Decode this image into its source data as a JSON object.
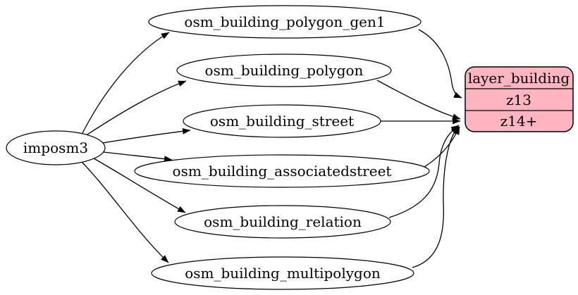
{
  "diagram": {
    "type": "graphviz-digraph",
    "background": "#ffffff",
    "node_fill": "#ffffff",
    "node_stroke": "#000000",
    "edge_color": "#000000",
    "text_color": "#000000",
    "source": {
      "label": "imposm3"
    },
    "tables": [
      {
        "label": "osm_building_polygon_gen1"
      },
      {
        "label": "osm_building_polygon"
      },
      {
        "label": "osm_building_street"
      },
      {
        "label": "osm_building_associatedstreet"
      },
      {
        "label": "osm_building_relation"
      },
      {
        "label": "osm_building_multipolygon"
      }
    ],
    "layer": {
      "title": "layer_building",
      "fill": "#FFB6C1",
      "stroke": "#000000",
      "zoom_rows": [
        {
          "label": "z13"
        },
        {
          "label": "z14+"
        }
      ]
    },
    "edges": [
      {
        "from": "imposm3",
        "to": "osm_building_polygon_gen1"
      },
      {
        "from": "imposm3",
        "to": "osm_building_polygon"
      },
      {
        "from": "imposm3",
        "to": "osm_building_street"
      },
      {
        "from": "imposm3",
        "to": "osm_building_associatedstreet"
      },
      {
        "from": "imposm3",
        "to": "osm_building_relation"
      },
      {
        "from": "imposm3",
        "to": "osm_building_multipolygon"
      },
      {
        "from": "osm_building_polygon_gen1",
        "to": "layer_building:z13"
      },
      {
        "from": "osm_building_polygon",
        "to": "layer_building:z14+"
      },
      {
        "from": "osm_building_street",
        "to": "layer_building:z14+"
      },
      {
        "from": "osm_building_associatedstreet",
        "to": "layer_building:z14+"
      },
      {
        "from": "osm_building_relation",
        "to": "layer_building:z14+"
      },
      {
        "from": "osm_building_multipolygon",
        "to": "layer_building:z14+"
      }
    ]
  }
}
